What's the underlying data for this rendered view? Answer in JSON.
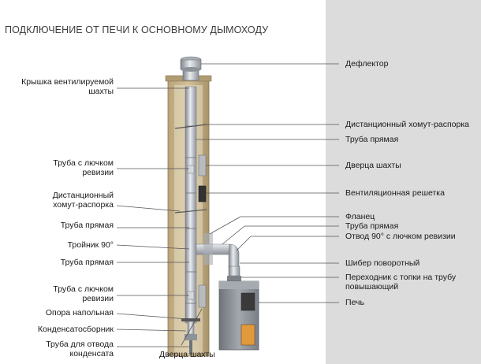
{
  "title": "ПОДКЛЮЧЕНИЕ ОТ ПЕЧИ К ОСНОВНОМУ ДЫМОХОДУ",
  "labels_left": [
    {
      "id": "shaft-cap",
      "lines": [
        "Крышка вентилируемой",
        "шахты"
      ]
    },
    {
      "id": "pipe-hatch-1",
      "lines": [
        "Труба с лючком",
        "ревизии"
      ]
    },
    {
      "id": "clamp-left",
      "lines": [
        "Дистанционный",
        "хомут-распорка"
      ]
    },
    {
      "id": "pipe-straight-left-1",
      "lines": [
        "Труба прямая"
      ]
    },
    {
      "id": "tee-90",
      "lines": [
        "Тройник 90°"
      ]
    },
    {
      "id": "pipe-straight-left-2",
      "lines": [
        "Труба прямая"
      ]
    },
    {
      "id": "pipe-hatch-2",
      "lines": [
        "Труба с лючком",
        "ревизии"
      ]
    },
    {
      "id": "floor-support",
      "lines": [
        "Опора напольная"
      ]
    },
    {
      "id": "condensate-collector",
      "lines": [
        "Конденсатосборник"
      ]
    },
    {
      "id": "condensate-pipe",
      "lines": [
        "Труба для отвода",
        "конденсата"
      ]
    }
  ],
  "labels_right": [
    {
      "id": "deflector",
      "lines": [
        "Дефлектор"
      ]
    },
    {
      "id": "clamp-right",
      "lines": [
        "Дистанционный хомут-распорка"
      ]
    },
    {
      "id": "pipe-straight-right-1",
      "lines": [
        "Труба прямая"
      ]
    },
    {
      "id": "shaft-door-right",
      "lines": [
        "Дверца шахты"
      ]
    },
    {
      "id": "vent-grille",
      "lines": [
        "Вентиляционная решетка"
      ]
    },
    {
      "id": "flange",
      "lines": [
        "Фланец"
      ]
    },
    {
      "id": "pipe-straight-right-2",
      "lines": [
        "Труба прямая"
      ]
    },
    {
      "id": "elbow-90",
      "lines": [
        "Отвод 90° с лючком ревизии"
      ]
    },
    {
      "id": "damper",
      "lines": [
        "Шибер поворотный"
      ]
    },
    {
      "id": "adapter",
      "lines": [
        "Переходник с топки на трубу",
        "повышающий"
      ]
    },
    {
      "id": "stove",
      "lines": [
        "Печь"
      ]
    }
  ],
  "label_bottom": {
    "id": "shaft-door-bottom",
    "lines": [
      "Дверца шахты"
    ]
  },
  "colors": {
    "shaft": "#c8b48a",
    "shaft_dark": "#9e8a62",
    "pipe": "#c9ccd0",
    "pipe_dark": "#8a8f96",
    "stove": "#8c9096",
    "panel": "#dcdcdc",
    "line": "#555555"
  }
}
